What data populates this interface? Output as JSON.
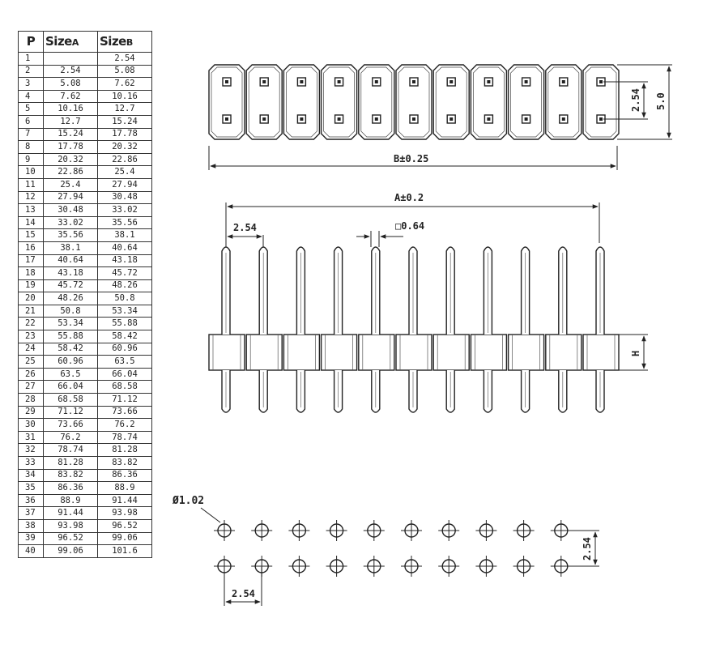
{
  "table": {
    "headers": {
      "p": "P",
      "size_a": "Size",
      "size_a_sub": "A",
      "size_b": "Size",
      "size_b_sub": "B"
    },
    "rows": [
      [
        "1",
        "",
        "2.54"
      ],
      [
        "2",
        "2.54",
        "5.08"
      ],
      [
        "3",
        "5.08",
        "7.62"
      ],
      [
        "4",
        "7.62",
        "10.16"
      ],
      [
        "5",
        "10.16",
        "12.7"
      ],
      [
        "6",
        "12.7",
        "15.24"
      ],
      [
        "7",
        "15.24",
        "17.78"
      ],
      [
        "8",
        "17.78",
        "20.32"
      ],
      [
        "9",
        "20.32",
        "22.86"
      ],
      [
        "10",
        "22.86",
        "25.4"
      ],
      [
        "11",
        "25.4",
        "27.94"
      ],
      [
        "12",
        "27.94",
        "30.48"
      ],
      [
        "13",
        "30.48",
        "33.02"
      ],
      [
        "14",
        "33.02",
        "35.56"
      ],
      [
        "15",
        "35.56",
        "38.1"
      ],
      [
        "16",
        "38.1",
        "40.64"
      ],
      [
        "17",
        "40.64",
        "43.18"
      ],
      [
        "18",
        "43.18",
        "45.72"
      ],
      [
        "19",
        "45.72",
        "48.26"
      ],
      [
        "20",
        "48.26",
        "50.8"
      ],
      [
        "21",
        "50.8",
        "53.34"
      ],
      [
        "22",
        "53.34",
        "55.88"
      ],
      [
        "23",
        "55.88",
        "58.42"
      ],
      [
        "24",
        "58.42",
        "60.96"
      ],
      [
        "25",
        "60.96",
        "63.5"
      ],
      [
        "26",
        "63.5",
        "66.04"
      ],
      [
        "27",
        "66.04",
        "68.58"
      ],
      [
        "28",
        "68.58",
        "71.12"
      ],
      [
        "29",
        "71.12",
        "73.66"
      ],
      [
        "30",
        "73.66",
        "76.2"
      ],
      [
        "31",
        "76.2",
        "78.74"
      ],
      [
        "32",
        "78.74",
        "81.28"
      ],
      [
        "33",
        "81.28",
        "83.82"
      ],
      [
        "34",
        "83.82",
        "86.36"
      ],
      [
        "35",
        "86.36",
        "88.9"
      ],
      [
        "36",
        "88.9",
        "91.44"
      ],
      [
        "37",
        "91.44",
        "93.98"
      ],
      [
        "38",
        "93.98",
        "96.52"
      ],
      [
        "39",
        "96.52",
        "99.06"
      ],
      [
        "40",
        "99.06",
        "101.6"
      ]
    ]
  },
  "top_view": {
    "pitch_label": "2.54",
    "height_label": "5.0",
    "length_label": "B±0.25"
  },
  "side_view": {
    "length_label": "A±0.2",
    "pitch_label": "2.54",
    "pin_label": "□0.64",
    "height_label": "H"
  },
  "footprint": {
    "hole_label": "Ø1.02",
    "row_pitch_label": "2.54",
    "col_pitch_label": "2.54"
  }
}
